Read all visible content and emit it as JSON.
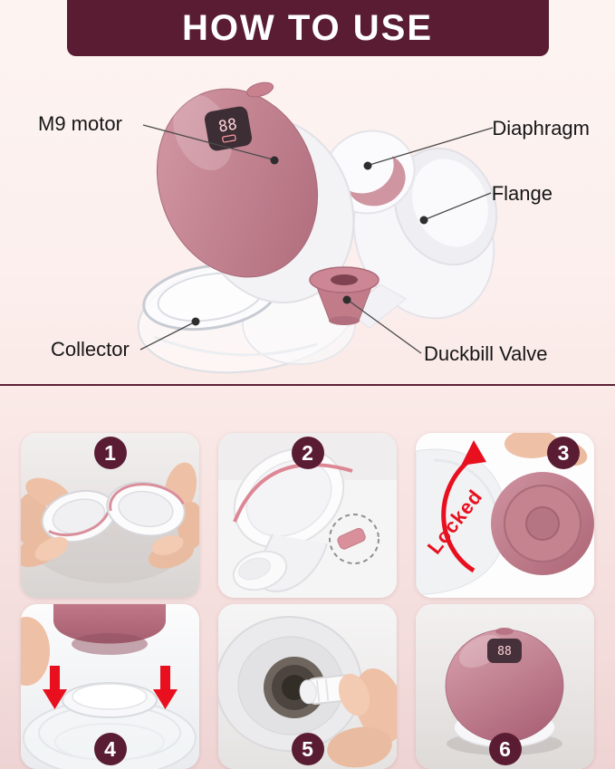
{
  "header": {
    "title": "HOW TO USE"
  },
  "colors": {
    "banner": "#5A1C33",
    "accent_red": "#E8101F",
    "device_pink": "#C5818E",
    "background_pink": "#FAE9E8"
  },
  "diagram": {
    "display_digits": "88",
    "labels": {
      "motor": "M9 motor",
      "diaphragm": "Diaphragm",
      "flange": "Flange",
      "collector": "Collector",
      "duckbill": "Duckbill Valve"
    }
  },
  "steps": {
    "badges": [
      "1",
      "2",
      "3",
      "4",
      "5",
      "6"
    ],
    "locked_annotation": "Locked"
  }
}
